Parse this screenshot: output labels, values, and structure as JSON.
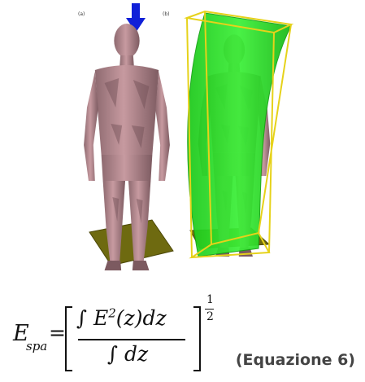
{
  "figure": {
    "panel_a_label": "(a)",
    "panel_b_label": "(b)",
    "arrow_icon": "down-arrow-icon",
    "colors": {
      "body": "#b68a90",
      "body_dark": "#7c5a60",
      "plane_green": "#22e01e",
      "box_yellow": "#e6d21a",
      "floor_olive": "#6e6a10",
      "arrow_blue": "#1020d8"
    }
  },
  "formula": {
    "lhs_symbol": "E",
    "lhs_subscript": "spa",
    "equals": "=",
    "numerator_prefix": "∫ E",
    "numerator_power": "2",
    "numerator_suffix": "(z)dz",
    "denominator": "∫ dz",
    "exponent_numerator": "1",
    "exponent_denominator": "2"
  },
  "equation_label": "(Equazione 6)"
}
